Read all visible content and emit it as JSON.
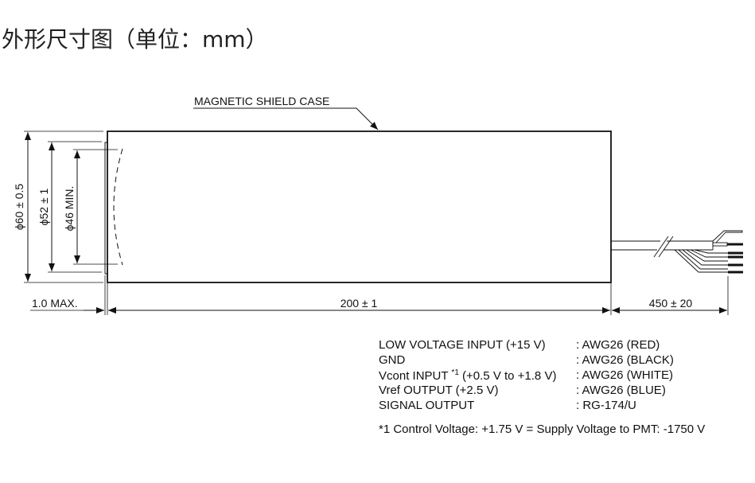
{
  "title": "外形尺寸图（单位：mm）",
  "labels": {
    "case": "MAGNETIC SHIELD CASE",
    "dia_outer": "ϕ60 ± 0.5",
    "dia_mid": "ϕ52 ± 1",
    "dia_inner": "ϕ46 MIN.",
    "window": "1.0 MAX.",
    "length": "200 ± 1",
    "cable": "450 ± 20"
  },
  "connections": [
    {
      "name": "LOW VOLTAGE INPUT (+15 V)",
      "value": ": AWG26 (RED)"
    },
    {
      "name": "GND",
      "value": ": AWG26 (BLACK)"
    },
    {
      "name": "Vcont INPUT ",
      "sup": "*1",
      "name2": " (+0.5 V to +1.8 V)",
      "value": ": AWG26 (WHITE)"
    },
    {
      "name": "Vref OUTPUT (+2.5 V)",
      "value": ": AWG26 (BLUE)"
    },
    {
      "name": "SIGNAL OUTPUT",
      "value": ": RG-174/U"
    }
  ],
  "note": "*1  Control Voltage: +1.75 V = Supply Voltage to PMT: -1750 V"
}
